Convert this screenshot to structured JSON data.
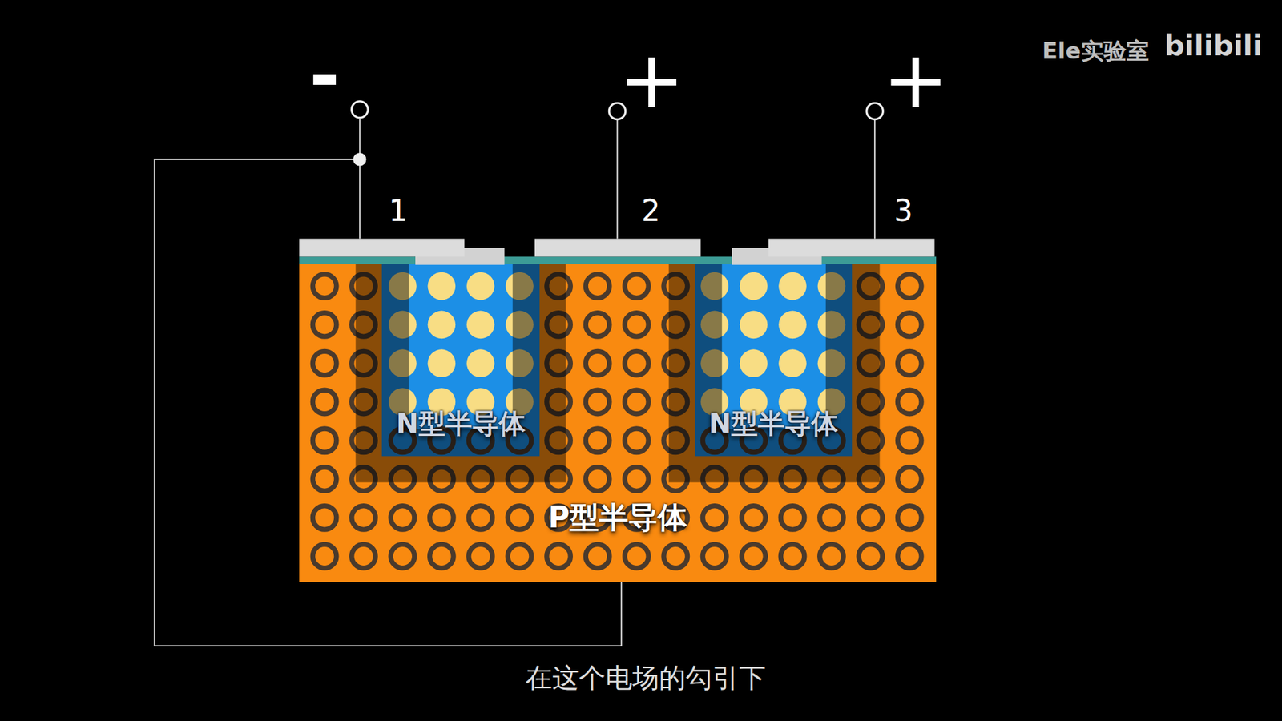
{
  "diagram": {
    "caption": "在这个电场的勾引下",
    "nodes": [
      {
        "text": [
          "P型半导体"
        ]
      },
      {
        "text": [
          "N型半导体"
        ],
        "in": 0
      },
      {
        "text": [
          "N型半导体"
        ],
        "in": 0
      }
    ],
    "labels": [
      "-",
      "+",
      "+",
      "1",
      "2",
      "3",
      "Ele实验室",
      "bilibili"
    ]
  }
}
